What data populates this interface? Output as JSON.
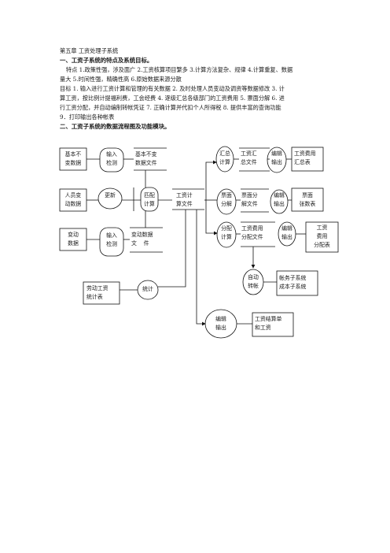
{
  "doc": {
    "chapter": "第五章  工资处理子系统",
    "sec1": "一、工资子系统的特点及系统目标。",
    "features_1": "特点 1.政策性强，涉及面广 2.工资核算项目繁多 3.计算方法复杂、规律 4.计算重复、数据",
    "features_2": "量大 5.时间性强，精确性高 6.原始数据来源分散",
    "goal_1": "目标   1. 输入进行工资计算和管理的有关数据 2. 及时处理人员变动及调资等数据修改 3. 计",
    "goal_2": "算工资，按比例计提福利费，工会经费 4. 逐级汇总各级部门的工资费用  5. 票面分解  6. 进",
    "goal_3": "行工资分配，并自动编制转帐凭证  7. 正确计算并代扣个人所得税  8. 提供丰富的查询功能",
    "goal_4": "9．打印输出各种帐表",
    "sec2": "二、工资子系统的数据流程图及功能模块。"
  },
  "flow": {
    "basic_change_data": [
      "基本不",
      "变数据"
    ],
    "input_check_1": [
      "输入",
      "检测"
    ],
    "basic_file": "基本不变",
    "basic_file_2": "数据文件",
    "personnel_change": [
      "人员变",
      "动数据"
    ],
    "update": "更新",
    "match_calc": [
      "匹配",
      "计算"
    ],
    "salary_calc_file": [
      "工资计",
      "算文件"
    ],
    "change_data": [
      "变动",
      "数据"
    ],
    "input_check_2": [
      "输入",
      "检测"
    ],
    "change_data_file": [
      "变动数据",
      "文    件"
    ],
    "labor_stats_table": [
      "劳动工资",
      "统计表"
    ],
    "stats": "统计",
    "summary_calc": [
      "汇总",
      "计算"
    ],
    "summary_file": [
      "工资汇",
      "总文件"
    ],
    "edit_output_1": [
      "编辑",
      "输出"
    ],
    "salary_summary_table": [
      "工资费用",
      "汇总表"
    ],
    "face_split": [
      "票面",
      "分解"
    ],
    "face_split_file": [
      "票面分",
      "解文件"
    ],
    "edit_output_2": [
      "编辑",
      "输出"
    ],
    "face_table": [
      "票面",
      "张数表"
    ],
    "alloc_calc": [
      "分配",
      "计算"
    ],
    "alloc_file": [
      "工资费用",
      "分配文件"
    ],
    "edit_output_3": [
      "编辑",
      "输出"
    ],
    "alloc_table": [
      "工资",
      "费用",
      "分配表"
    ],
    "auto_transfer": [
      "自动",
      "转帐"
    ],
    "accounting_system": [
      "帐务子系统",
      "成本子系统"
    ],
    "edit_output_4": [
      "编辑",
      "输出"
    ],
    "payroll": [
      "工资结算单",
      "和工资"
    ]
  }
}
